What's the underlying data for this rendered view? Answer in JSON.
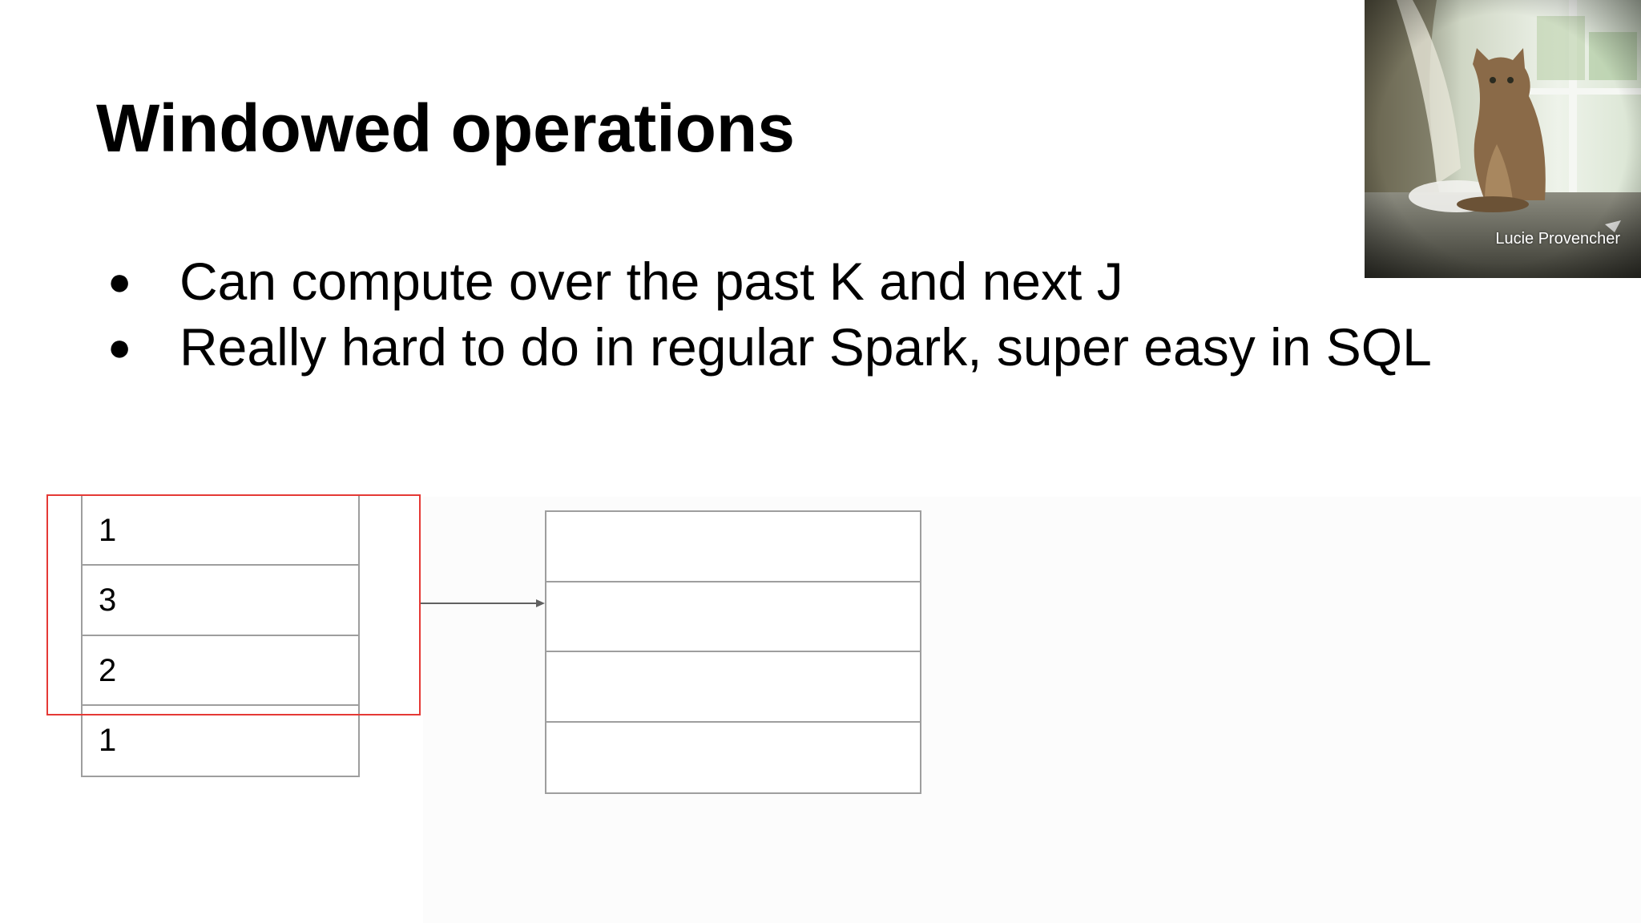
{
  "slide": {
    "title": "Windowed operations",
    "bullets": [
      {
        "marker": "●",
        "text": "Can compute over the past K and next J"
      },
      {
        "marker": "●",
        "text": "Really hard to do in regular Spark, super easy in SQL"
      }
    ]
  },
  "photo": {
    "subject": "cat-on-windowsill",
    "credit": "Lucie Provencher"
  },
  "diagram": {
    "input_values": [
      "1",
      "3",
      "2",
      "1"
    ],
    "output_cells": [
      "",
      "",
      "",
      ""
    ],
    "window_size": 3,
    "colors": {
      "window_border": "#e53935",
      "table_border": "#9e9e9e",
      "arrow": "#616161"
    }
  }
}
